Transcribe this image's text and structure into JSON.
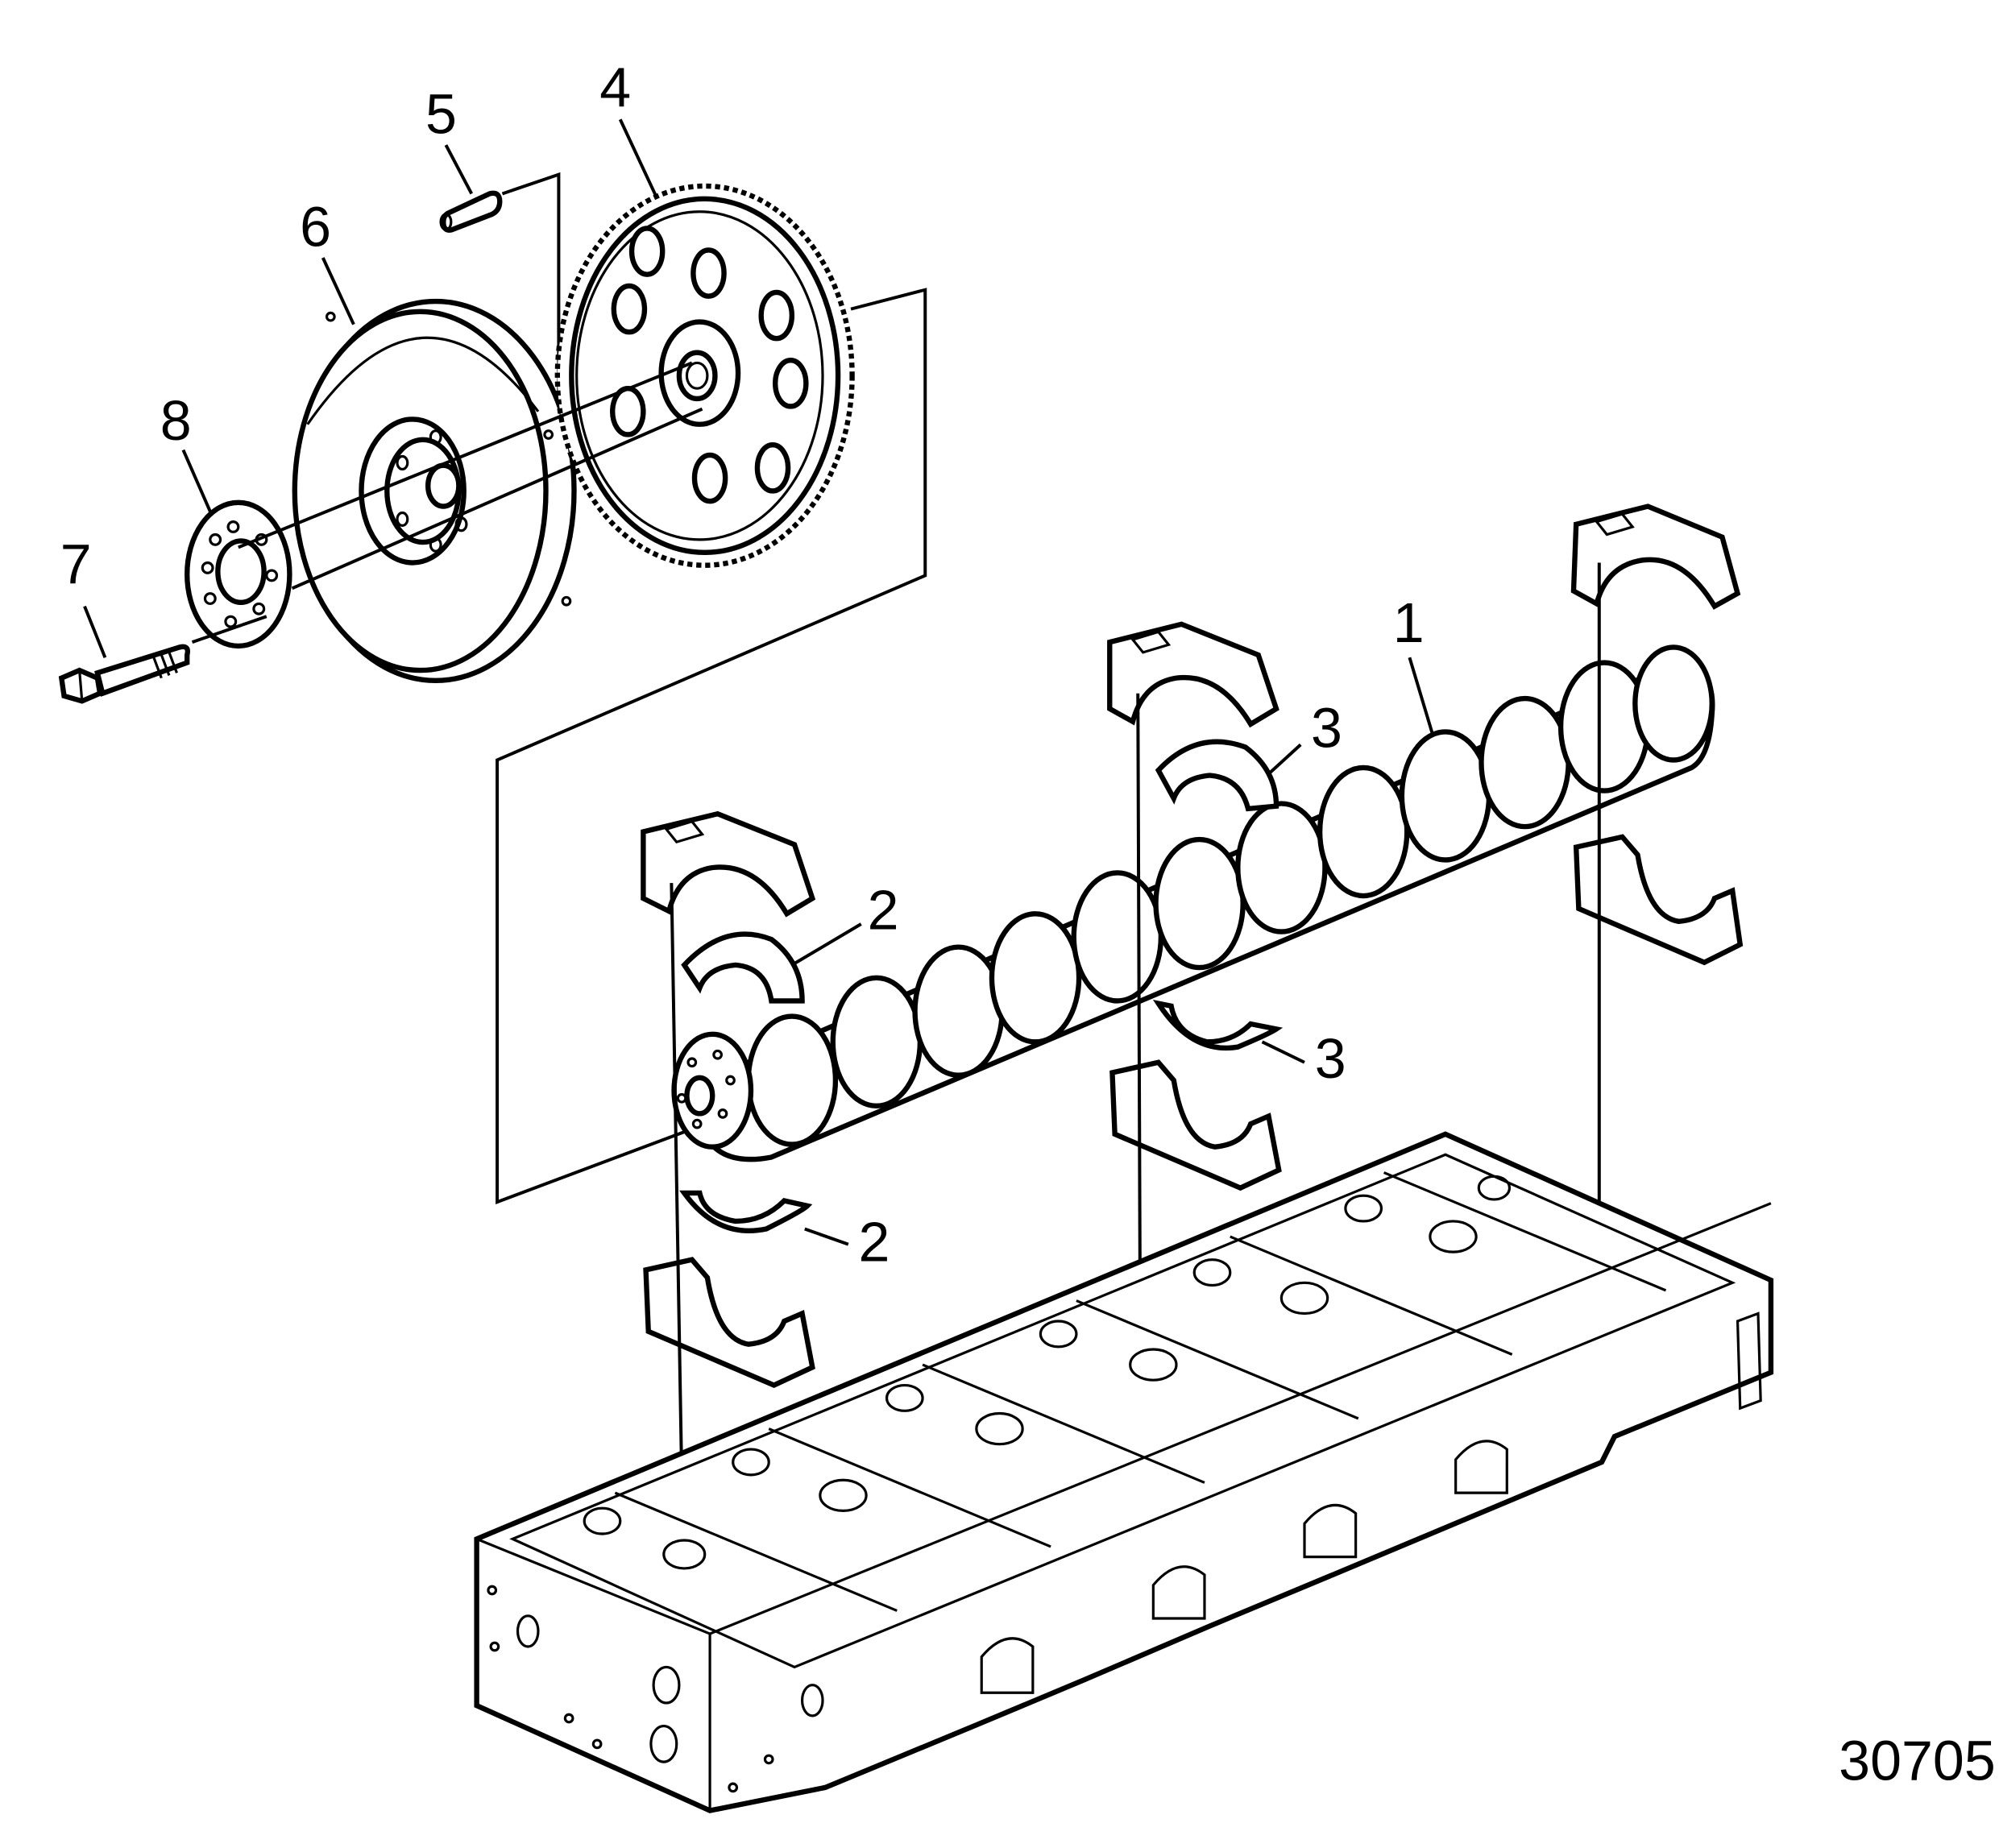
{
  "callouts": [
    {
      "id": "1",
      "label": "1"
    },
    {
      "id": "2a",
      "label": "2"
    },
    {
      "id": "2b",
      "label": "2"
    },
    {
      "id": "3a",
      "label": "3"
    },
    {
      "id": "3b",
      "label": "3"
    },
    {
      "id": "4",
      "label": "4"
    },
    {
      "id": "5",
      "label": "5"
    },
    {
      "id": "6",
      "label": "6"
    },
    {
      "id": "7",
      "label": "7"
    },
    {
      "id": "8",
      "label": "8"
    }
  ],
  "figure_number": "30705",
  "colors": {
    "line": "#000000",
    "background": "#ffffff"
  }
}
